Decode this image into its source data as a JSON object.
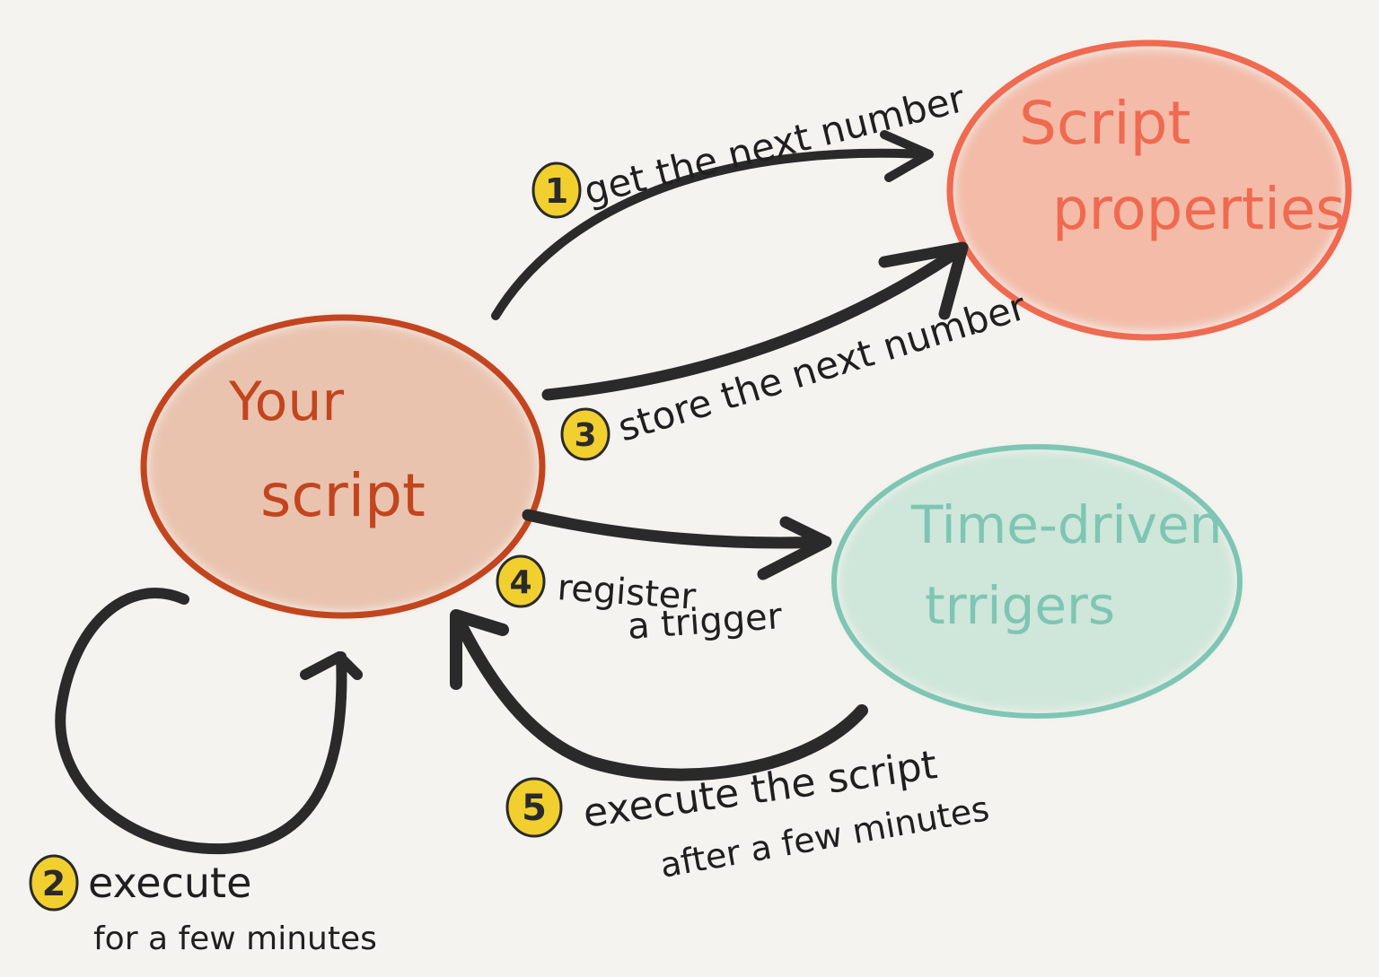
{
  "colors": {
    "background": "#f4f3ef",
    "arrow": "#2a2a2a",
    "badge_fill": "#f1cf2f",
    "badge_stroke": "#2a2a2a",
    "your_script_fill": "#e9c3ae",
    "your_script_stroke": "#c2451f",
    "your_script_text": "#c2451f",
    "script_properties_fill": "#f3bba8",
    "script_properties_stroke": "#ef6a50",
    "script_properties_text": "#ef6a50",
    "time_driven_fill": "#cfe6da",
    "time_driven_stroke": "#7fc5b3",
    "time_driven_text": "#7fc5b3"
  },
  "nodes": {
    "your_script": {
      "line1": "Your",
      "line2": "script"
    },
    "script_properties": {
      "line1": "Script",
      "line2": "properties"
    },
    "time_driven_triggers": {
      "line1": "Time-driven",
      "line2": "trrigers"
    }
  },
  "steps": {
    "step1": {
      "number": "1",
      "line1": "get the next number"
    },
    "step2": {
      "number": "2",
      "line1": "execute",
      "line2": "for a few minutes"
    },
    "step3": {
      "number": "3",
      "line1": "store the next number"
    },
    "step4": {
      "number": "4",
      "line1": "register",
      "line2": "a trigger"
    },
    "step5": {
      "number": "5",
      "line1": "execute the script",
      "line2": "after a few minutes"
    }
  }
}
